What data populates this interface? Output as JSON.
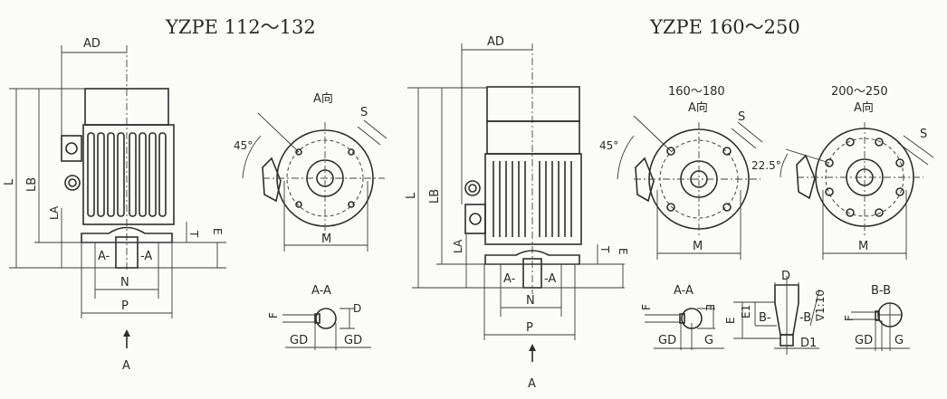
{
  "left": {
    "title": "YZPE 112～132",
    "dims": {
      "AD": "AD",
      "L": "L",
      "LB": "LB",
      "LA": "LA",
      "T": "T",
      "E": "E",
      "A_left": "A-",
      "A_right": "-A",
      "N": "N",
      "P": "P",
      "arrow": "A"
    },
    "end_view": {
      "label": "A向",
      "S": "S",
      "angle": "45°",
      "M": "M"
    },
    "section": {
      "label": "A-A",
      "F": "F",
      "D": "D",
      "GD1": "GD",
      "GD2": "GD"
    }
  },
  "right": {
    "title": "YZPE 160～250",
    "dims": {
      "AD": "AD",
      "L": "L",
      "LB": "LB",
      "LA": "LA",
      "T": "T",
      "E": "E",
      "A_left": "A-",
      "A_right": "-A",
      "N": "N",
      "P": "P",
      "arrow": "A"
    },
    "end_view_1": {
      "range": "160～180",
      "label": "A向",
      "S": "S",
      "angle": "45°",
      "M": "M"
    },
    "end_view_2": {
      "range": "200～250",
      "label": "A向",
      "S": "S",
      "angle": "22.5°",
      "M": "M"
    },
    "section_aa": {
      "label": "A-A",
      "F": "F",
      "E": "E",
      "GD": "GD",
      "G": "G"
    },
    "shaft": {
      "D": "D",
      "E": "E",
      "E1": "E1",
      "B_left": "B-",
      "B_right": "-B",
      "D1": "D1",
      "taper": "∇1:10"
    },
    "section_bb": {
      "label": "B-B",
      "F": "F",
      "GD": "GD",
      "G": "G"
    }
  }
}
